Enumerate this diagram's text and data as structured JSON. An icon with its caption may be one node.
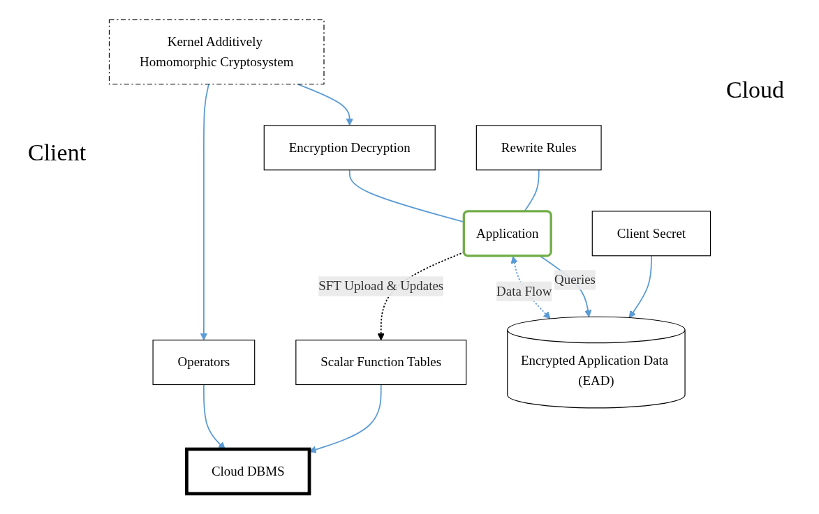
{
  "diagram": {
    "nodes": [
      {
        "text": [
          "Kernel Additively Homomorphic Cryptosystem"
        ]
      },
      {
        "text": [
          "Operators"
        ]
      },
      {
        "text": [
          "Scalar Function Tables"
        ]
      },
      {
        "text": [
          "Encryption Decryption"
        ]
      },
      {
        "text": [
          "Client Secret"
        ]
      },
      {
        "text": [
          "Application"
        ]
      },
      {
        "text": [
          "Rewrite Rules"
        ]
      },
      {
        "text": [
          "Cloud DBMS"
        ]
      },
      {
        "text": [
          "Encrypted Application Data (EAD)"
        ]
      }
    ],
    "edges": [
      {
        "from": 0,
        "to": 1,
        "arrow": "to"
      },
      {
        "from": 0,
        "to": 3,
        "arrow": "to"
      },
      {
        "from": 5,
        "to": 2,
        "arrow": "to",
        "label": "SFT Upload & Updates",
        "style": "dashed",
        "color": "#000000"
      },
      {
        "from": 5,
        "to": 8,
        "arrow": "both",
        "label": "Data Flow",
        "style": "dashed"
      },
      {
        "from": 5,
        "to": 8,
        "arrow": "to",
        "label": "Queries"
      },
      {
        "from": 3,
        "to": 5,
        "arrow": "none"
      },
      {
        "from": 4,
        "to": 8,
        "arrow": "to"
      },
      {
        "from": 6,
        "to": 5,
        "arrow": "none"
      },
      {
        "from": 1,
        "to": 7,
        "arrow": "to"
      },
      {
        "from": 2,
        "to": 7,
        "arrow": "to"
      }
    ],
    "labels": [
      "Client",
      "Cloud"
    ]
  }
}
